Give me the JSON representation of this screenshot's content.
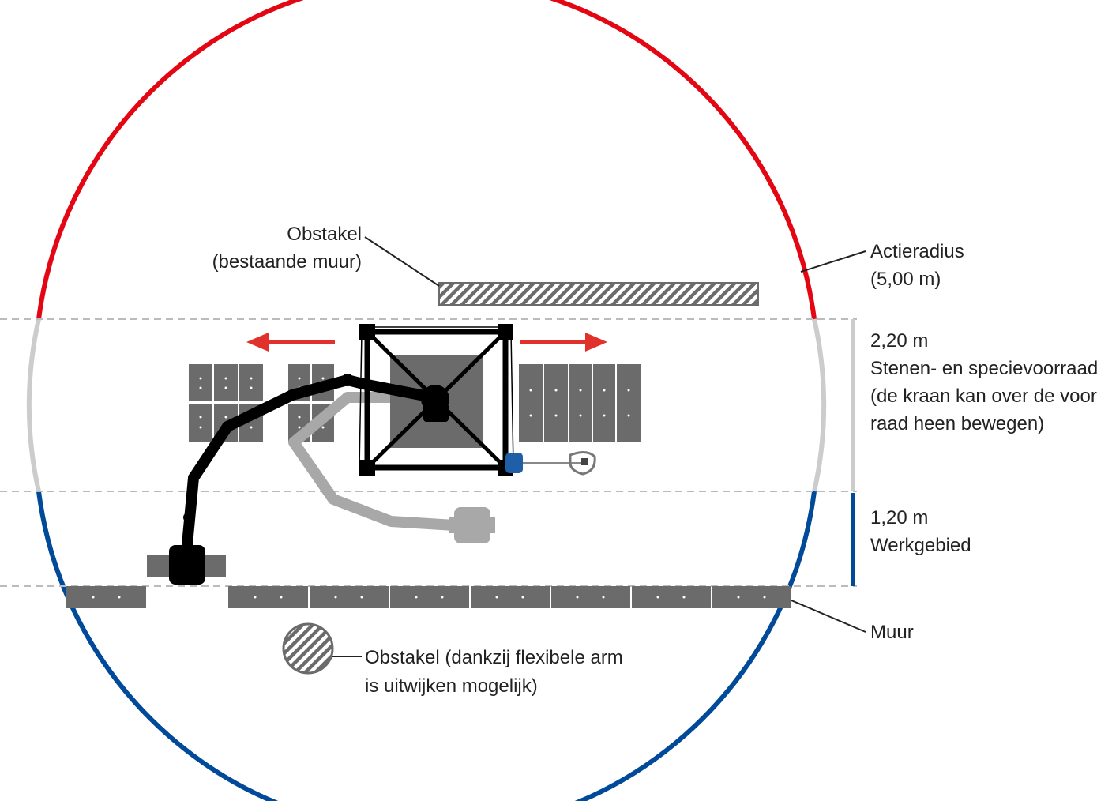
{
  "labels": {
    "obstakel_top_1": "Obstakel",
    "obstakel_top_2": "(bestaande muur)",
    "actieradius_1": "Actieradius",
    "actieradius_2": "(5,00 m)",
    "storage_1": "2,20 m",
    "storage_2": "Stenen- en specievoorraad",
    "storage_3": "(de kraan kan over de voor-",
    "storage_4": "raad heen bewegen)",
    "work_1": "1,20 m",
    "work_2": "Werkgebied",
    "muur": "Muur",
    "obstakel_bottom_1": "Obstakel (dankzij flexibele arm",
    "obstakel_bottom_2": "is uitwijken mogelijk)"
  },
  "colors": {
    "radius_top": "#e30613",
    "radius_bottom": "#004a99",
    "radius_middle": "#cccccc",
    "arrow": "#e0322b",
    "pallet": "#6b6b6b",
    "crane": "#000000",
    "ghost_arm": "#a8a8a8",
    "tool_blue": "#1f5fa8"
  },
  "icons": {
    "hatched_wall": "hatched-rectangle",
    "round_obstacle": "hatched-circle",
    "movement_arrows": "arrow-left-right"
  }
}
